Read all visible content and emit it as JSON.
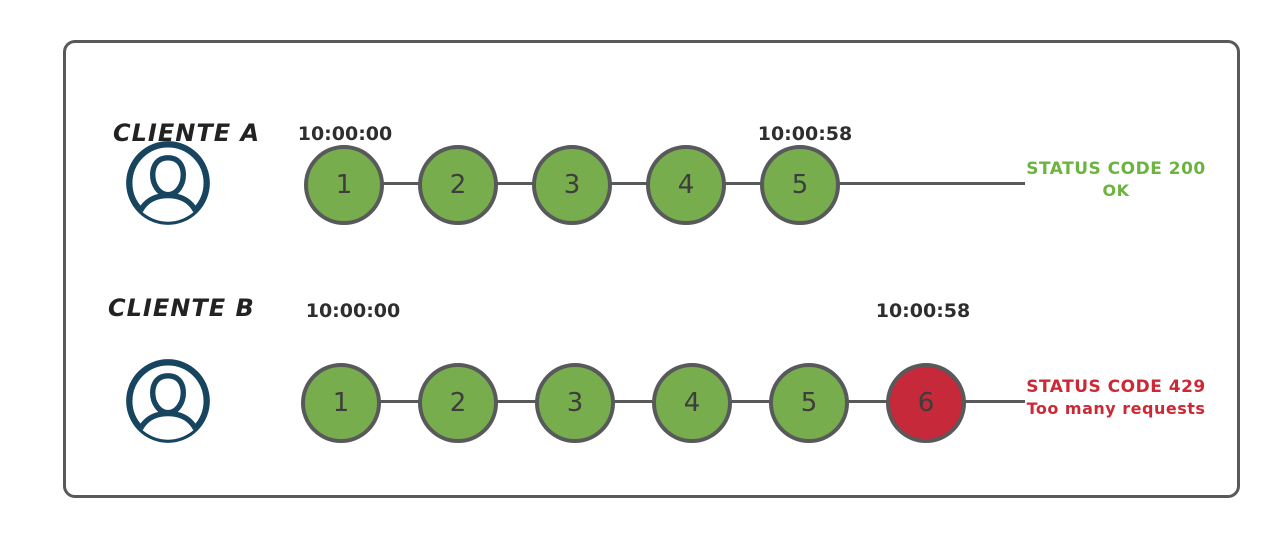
{
  "colors": {
    "ok_fill": "#77ad4c",
    "blocked_fill": "#c5293a",
    "outline_gray": "#58595b",
    "avatar_navy": "#17455f",
    "success_text": "#6db33f",
    "error_text": "#cc2936",
    "timestamp_text": "#2e2e2e"
  },
  "rows": [
    {
      "client": "CLIENTE A",
      "start_time": "10:00:00",
      "end_time": "10:00:58",
      "requests": [
        {
          "n": "1",
          "state": "ok"
        },
        {
          "n": "2",
          "state": "ok"
        },
        {
          "n": "3",
          "state": "ok"
        },
        {
          "n": "4",
          "state": "ok"
        },
        {
          "n": "5",
          "state": "ok"
        }
      ],
      "status_line1": "STATUS CODE 200",
      "status_line2": "OK"
    },
    {
      "client": "CLIENTE B",
      "start_time": "10:00:00",
      "end_time": "10:00:58",
      "requests": [
        {
          "n": "1",
          "state": "ok"
        },
        {
          "n": "2",
          "state": "ok"
        },
        {
          "n": "3",
          "state": "ok"
        },
        {
          "n": "4",
          "state": "ok"
        },
        {
          "n": "5",
          "state": "ok"
        },
        {
          "n": "6",
          "state": "blocked"
        }
      ],
      "status_line1": "STATUS CODE 429",
      "status_line2": "Too many requests"
    }
  ]
}
